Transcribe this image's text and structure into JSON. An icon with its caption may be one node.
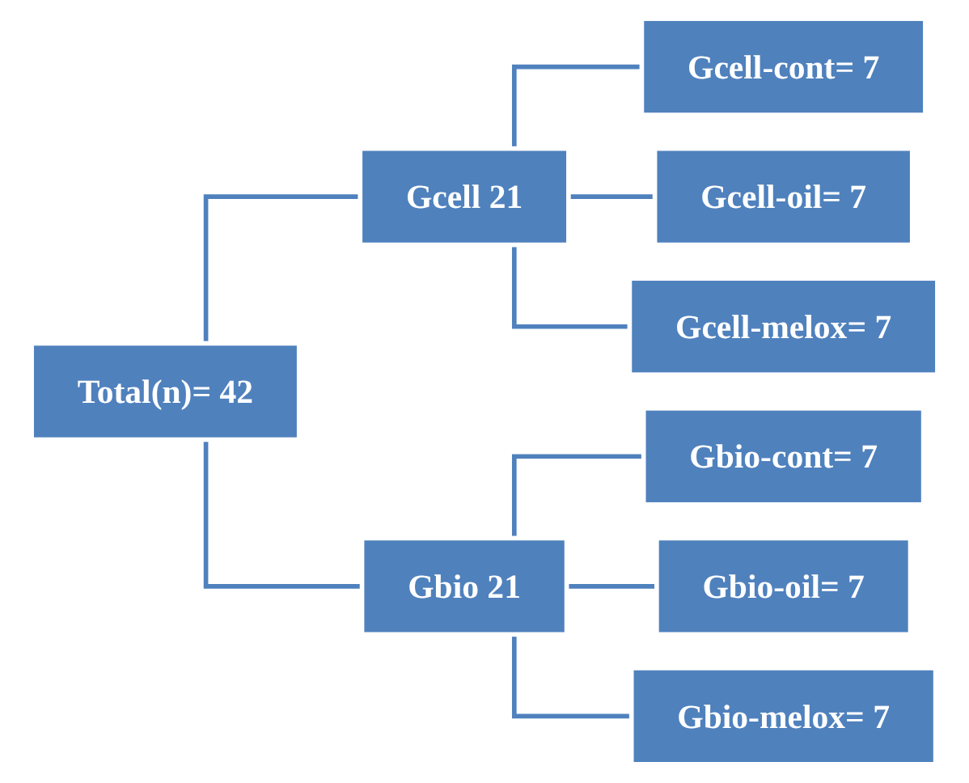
{
  "diagram": {
    "nodes": [
      {
        "text": [
          "Total(n)= 42"
        ]
      },
      {
        "text": [
          "Gcell 21"
        ]
      },
      {
        "text": [
          "Gcell-cont= 7"
        ]
      },
      {
        "text": [
          "Gcell-oil= 7"
        ]
      },
      {
        "text": [
          "Gcell-melox= 7"
        ]
      },
      {
        "text": [
          "Gbio 21"
        ]
      },
      {
        "text": [
          "Gbio-cont= 7"
        ]
      },
      {
        "text": [
          "Gbio-oil= 7"
        ]
      },
      {
        "text": [
          "Gbio-melox= 7"
        ]
      }
    ],
    "edges": [
      {
        "from": 0,
        "to": 1,
        "arrow": "none"
      },
      {
        "from": 0,
        "to": 5,
        "arrow": "none"
      },
      {
        "from": 1,
        "to": 2,
        "arrow": "none"
      },
      {
        "from": 1,
        "to": 3,
        "arrow": "none"
      },
      {
        "from": 1,
        "to": 4,
        "arrow": "none"
      },
      {
        "from": 5,
        "to": 6,
        "arrow": "none"
      },
      {
        "from": 5,
        "to": 7,
        "arrow": "none"
      },
      {
        "from": 5,
        "to": 8,
        "arrow": "none"
      }
    ]
  }
}
